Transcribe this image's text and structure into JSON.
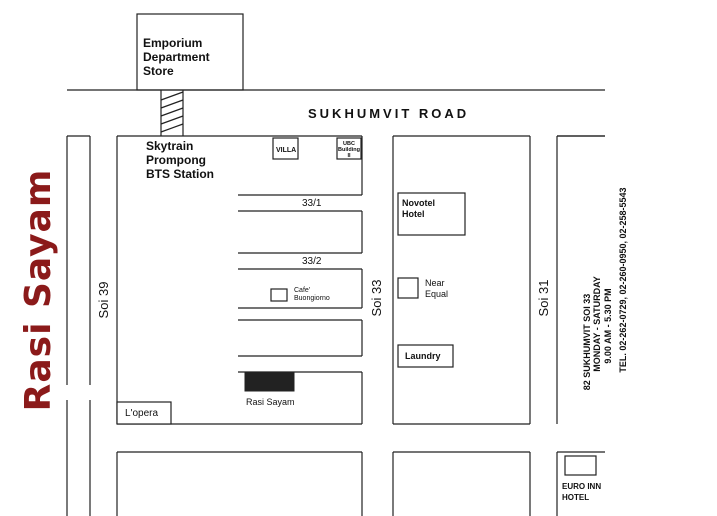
{
  "brand": {
    "logo_text": "Rasi Sayam",
    "color": "#8b1a1a"
  },
  "roads": {
    "main": "SUKHUMVIT ROAD",
    "soi_left": "Soi 39",
    "soi_mid": "Soi 33",
    "soi_right": "Soi 31",
    "lane_1": "33/1",
    "lane_2": "33/2"
  },
  "places": {
    "emporium": [
      "Emporium",
      "Department",
      "Store"
    ],
    "skytrain": [
      "Skytrain",
      "Prompong",
      "BTS Station"
    ],
    "villa": "VILLA",
    "ubc": [
      "UBC",
      "Building",
      "II"
    ],
    "novotel": [
      "Novotel",
      "Hotel"
    ],
    "near_equal": [
      "Near",
      "Equal"
    ],
    "laundry": "Laundry",
    "cafe": [
      "Cafe'",
      "Buongiorno"
    ],
    "rasi_sayam": "Rasi Sayam",
    "lopera": "L'opera",
    "euro_inn": [
      "EURO INN",
      "HOTEL"
    ]
  },
  "contact": {
    "address": "82 SUKHUMVIT SOI 33",
    "days": "MONDAY - SATURDAY",
    "hours": "9.00 AM - 5.30 PM",
    "tel": "TEL. 02-262-0729, 02-260-0950, 02-258-5543"
  },
  "colors": {
    "line": "#222222",
    "marker": "#222222"
  }
}
